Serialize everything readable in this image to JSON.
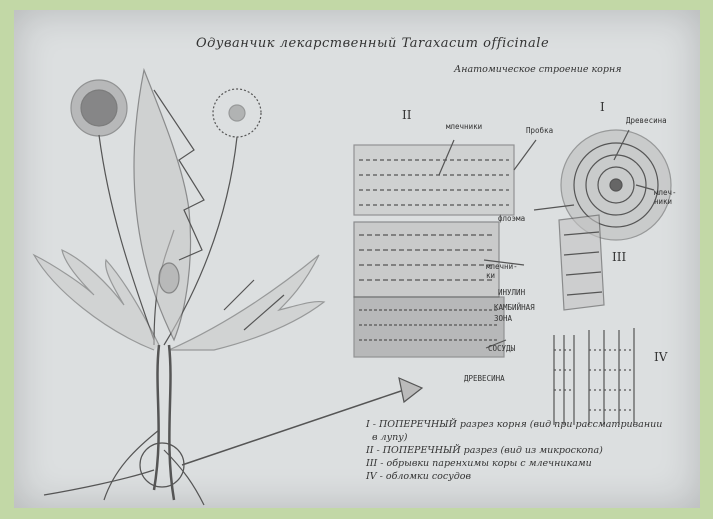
{
  "title": "Одуванчик лекарственный Taraxacum officinale",
  "subtitle": "Анатомическое строение корня",
  "labels": {
    "mlechniki_top": "млечники",
    "probka": "Пробка",
    "drevesina_right": "Древесина",
    "mlechniki_right": "млеч-\nники",
    "floema": "флоэма",
    "mlechniki_mid": "млечни-\nки",
    "inulin": "ИНУЛИН",
    "kambiy": "КАМБИЙНАЯ\nЗОНА",
    "sosudy": "СОСУДЫ",
    "drevesina_bottom": "ДРЕВЕСИНА"
  },
  "roman": {
    "r1": "I",
    "r2": "II",
    "r3": "III",
    "r4": "IV"
  },
  "legend": [
    "I - ПОПЕРЕЧНЫЙ разрез корня (вид при рассматривании",
    "в лупу)",
    "II - ПОПЕРЕЧНЫЙ разрез (вид из микроскопа)",
    "III - обрывки паренхимы коры с млечниками",
    "IV - обломки сосудов"
  ]
}
